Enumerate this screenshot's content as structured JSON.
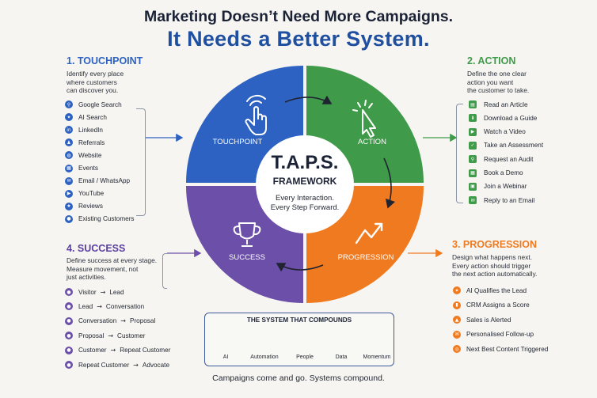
{
  "title": {
    "line1": "Marketing Doesn’t Need More Campaigns.",
    "line2": "It Needs a Better System."
  },
  "colors": {
    "touchpoint": "#2d62c2",
    "action": "#3f9a4a",
    "progression": "#f07a20",
    "success": "#6b4fa8",
    "title_blue": "#1f4fa0"
  },
  "touchpoint": {
    "heading": "1. TOUCHPOINT",
    "desc": [
      "Identify every place",
      "where customers",
      "can discover you."
    ],
    "items": [
      {
        "label": "Google Search",
        "icon": "search-icon",
        "glyph": "⚲"
      },
      {
        "label": "AI Search",
        "icon": "sparkle-icon",
        "glyph": "✦"
      },
      {
        "label": "LinkedIn",
        "icon": "linkedin-icon",
        "glyph": "in"
      },
      {
        "label": "Referrals",
        "icon": "people-icon",
        "glyph": "♟"
      },
      {
        "label": "Website",
        "icon": "globe-icon",
        "glyph": "◍"
      },
      {
        "label": "Events",
        "icon": "calendar-icon",
        "glyph": "▦"
      },
      {
        "label": "Email / WhatsApp",
        "icon": "mail-icon",
        "glyph": "✉"
      },
      {
        "label": "YouTube",
        "icon": "play-icon",
        "glyph": "▶"
      },
      {
        "label": "Reviews",
        "icon": "star-icon",
        "glyph": "★"
      },
      {
        "label": "Existing Customers",
        "icon": "user-icon",
        "glyph": "●"
      }
    ]
  },
  "action": {
    "heading": "2. ACTION",
    "desc": [
      "Define the one clear",
      "action you want",
      "the customer to take."
    ],
    "items": [
      {
        "label": "Read an Article",
        "icon": "document-icon",
        "glyph": "▤"
      },
      {
        "label": "Download a Guide",
        "icon": "download-icon",
        "glyph": "⬇"
      },
      {
        "label": "Watch a Video",
        "icon": "video-icon",
        "glyph": "▶"
      },
      {
        "label": "Take an Assessment",
        "icon": "checklist-icon",
        "glyph": "✓"
      },
      {
        "label": "Request an Audit",
        "icon": "search-icon",
        "glyph": "⚲"
      },
      {
        "label": "Book a Demo",
        "icon": "calendar-icon",
        "glyph": "▦"
      },
      {
        "label": "Join a Webinar",
        "icon": "webinar-icon",
        "glyph": "▣"
      },
      {
        "label": "Reply to an Email",
        "icon": "mail-icon",
        "glyph": "✉"
      }
    ]
  },
  "progression": {
    "heading": "3. PROGRESSION",
    "desc": [
      "Design what happens next.",
      "Every action should trigger",
      "the next action automatically."
    ],
    "items": [
      {
        "label": "AI Qualifies the Lead",
        "icon": "ai-icon",
        "glyph": "✦"
      },
      {
        "label": "CRM Assigns a Score",
        "icon": "score-icon",
        "glyph": "▮"
      },
      {
        "label": "Sales is Alerted",
        "icon": "bell-icon",
        "glyph": "▲"
      },
      {
        "label": "Personalised Follow-up",
        "icon": "follow-up-icon",
        "glyph": "✉"
      },
      {
        "label": "Next Best Content Triggered",
        "icon": "target-icon",
        "glyph": "◎"
      }
    ]
  },
  "success": {
    "heading": "4. SUCCESS",
    "desc": [
      "Define success at every stage.",
      "Measure movement, not",
      "just activities."
    ],
    "items": [
      {
        "from": "Visitor",
        "to": "Lead"
      },
      {
        "from": "Lead",
        "to": "Conversation"
      },
      {
        "from": "Conversation",
        "to": "Proposal"
      },
      {
        "from": "Proposal",
        "to": "Customer"
      },
      {
        "from": "Customer",
        "to": "Repeat Customer"
      },
      {
        "from": "Repeat Customer",
        "to": "Advocate"
      }
    ],
    "arrow": "→"
  },
  "wheel": {
    "q_touchpoint": "TOUCHPOINT",
    "q_action": "ACTION",
    "q_progression": "PROGRESSION",
    "q_success": "SUCCESS",
    "center_title": "T.A.P.S.",
    "center_sub": "FRAMEWORK",
    "center_line1": "Every Interaction.",
    "center_line2": "Every Step Forward."
  },
  "system": {
    "title": "THE SYSTEM THAT COMPOUNDS",
    "items": [
      {
        "label": "AI",
        "icon": "brain-icon"
      },
      {
        "label": "Automation",
        "icon": "gear-icon"
      },
      {
        "label": "People",
        "icon": "people-icon"
      },
      {
        "label": "Data",
        "icon": "database-icon"
      },
      {
        "label": "Momentum",
        "icon": "trend-up-icon"
      }
    ]
  },
  "tagline": "Campaigns come and go. Systems compound."
}
